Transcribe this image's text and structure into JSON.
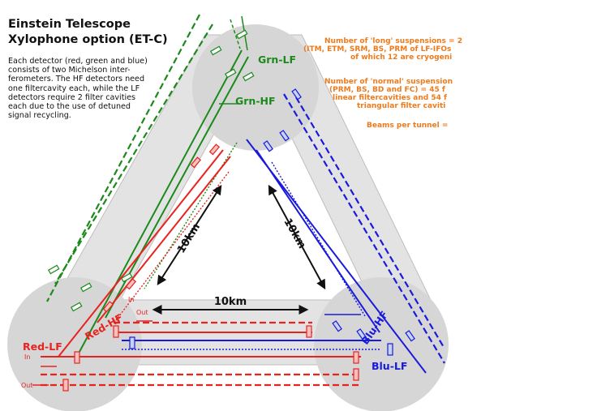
{
  "title_line1": "Einstein Telescope",
  "title_line2": "Xylophone option (ET-C)",
  "description": [
    "Each detector (red, green and blue)",
    "consists of two Michelson inter-",
    "ferometers. The HF detectors need",
    "one filtercavity each, while the LF",
    "detectors require 2 filter cavities",
    "each due to the use of detuned",
    "signal recycling."
  ],
  "notes": {
    "long_suspensions": [
      "Number of 'long' suspensions = 2",
      "(ITM, ETM, SRM, BS, PRM of LF-IFOs",
      "of which 12 are cryogeni"
    ],
    "normal_suspensions": [
      "Number of 'normal' suspension",
      "(PRM, BS, BD and FC) = 45 f",
      "linear filtercavities and 54 f",
      "triangular filter caviti"
    ],
    "beams": "Beams per tunnel ="
  },
  "arm_lengths": {
    "left": "10km",
    "right": "10km",
    "bottom": "10km"
  },
  "detectors": {
    "grn_lf": "Grn-LF",
    "grn_hf": "Grn-HF",
    "red_lf": "Red-LF",
    "red_hf": "Red-HF",
    "blu_hf": "Blu-HF",
    "blu_lf": "Blu-LF"
  },
  "ports": {
    "in": "In",
    "out": "Out",
    "in_small": "In",
    "out_small": "Out"
  },
  "colors": {
    "red": "#e8231f",
    "green": "#1b8a1b",
    "blue": "#1a1adc",
    "note": "#f07a1a",
    "station": "#d6d6d6",
    "tunnel": "#e3e3e3"
  }
}
